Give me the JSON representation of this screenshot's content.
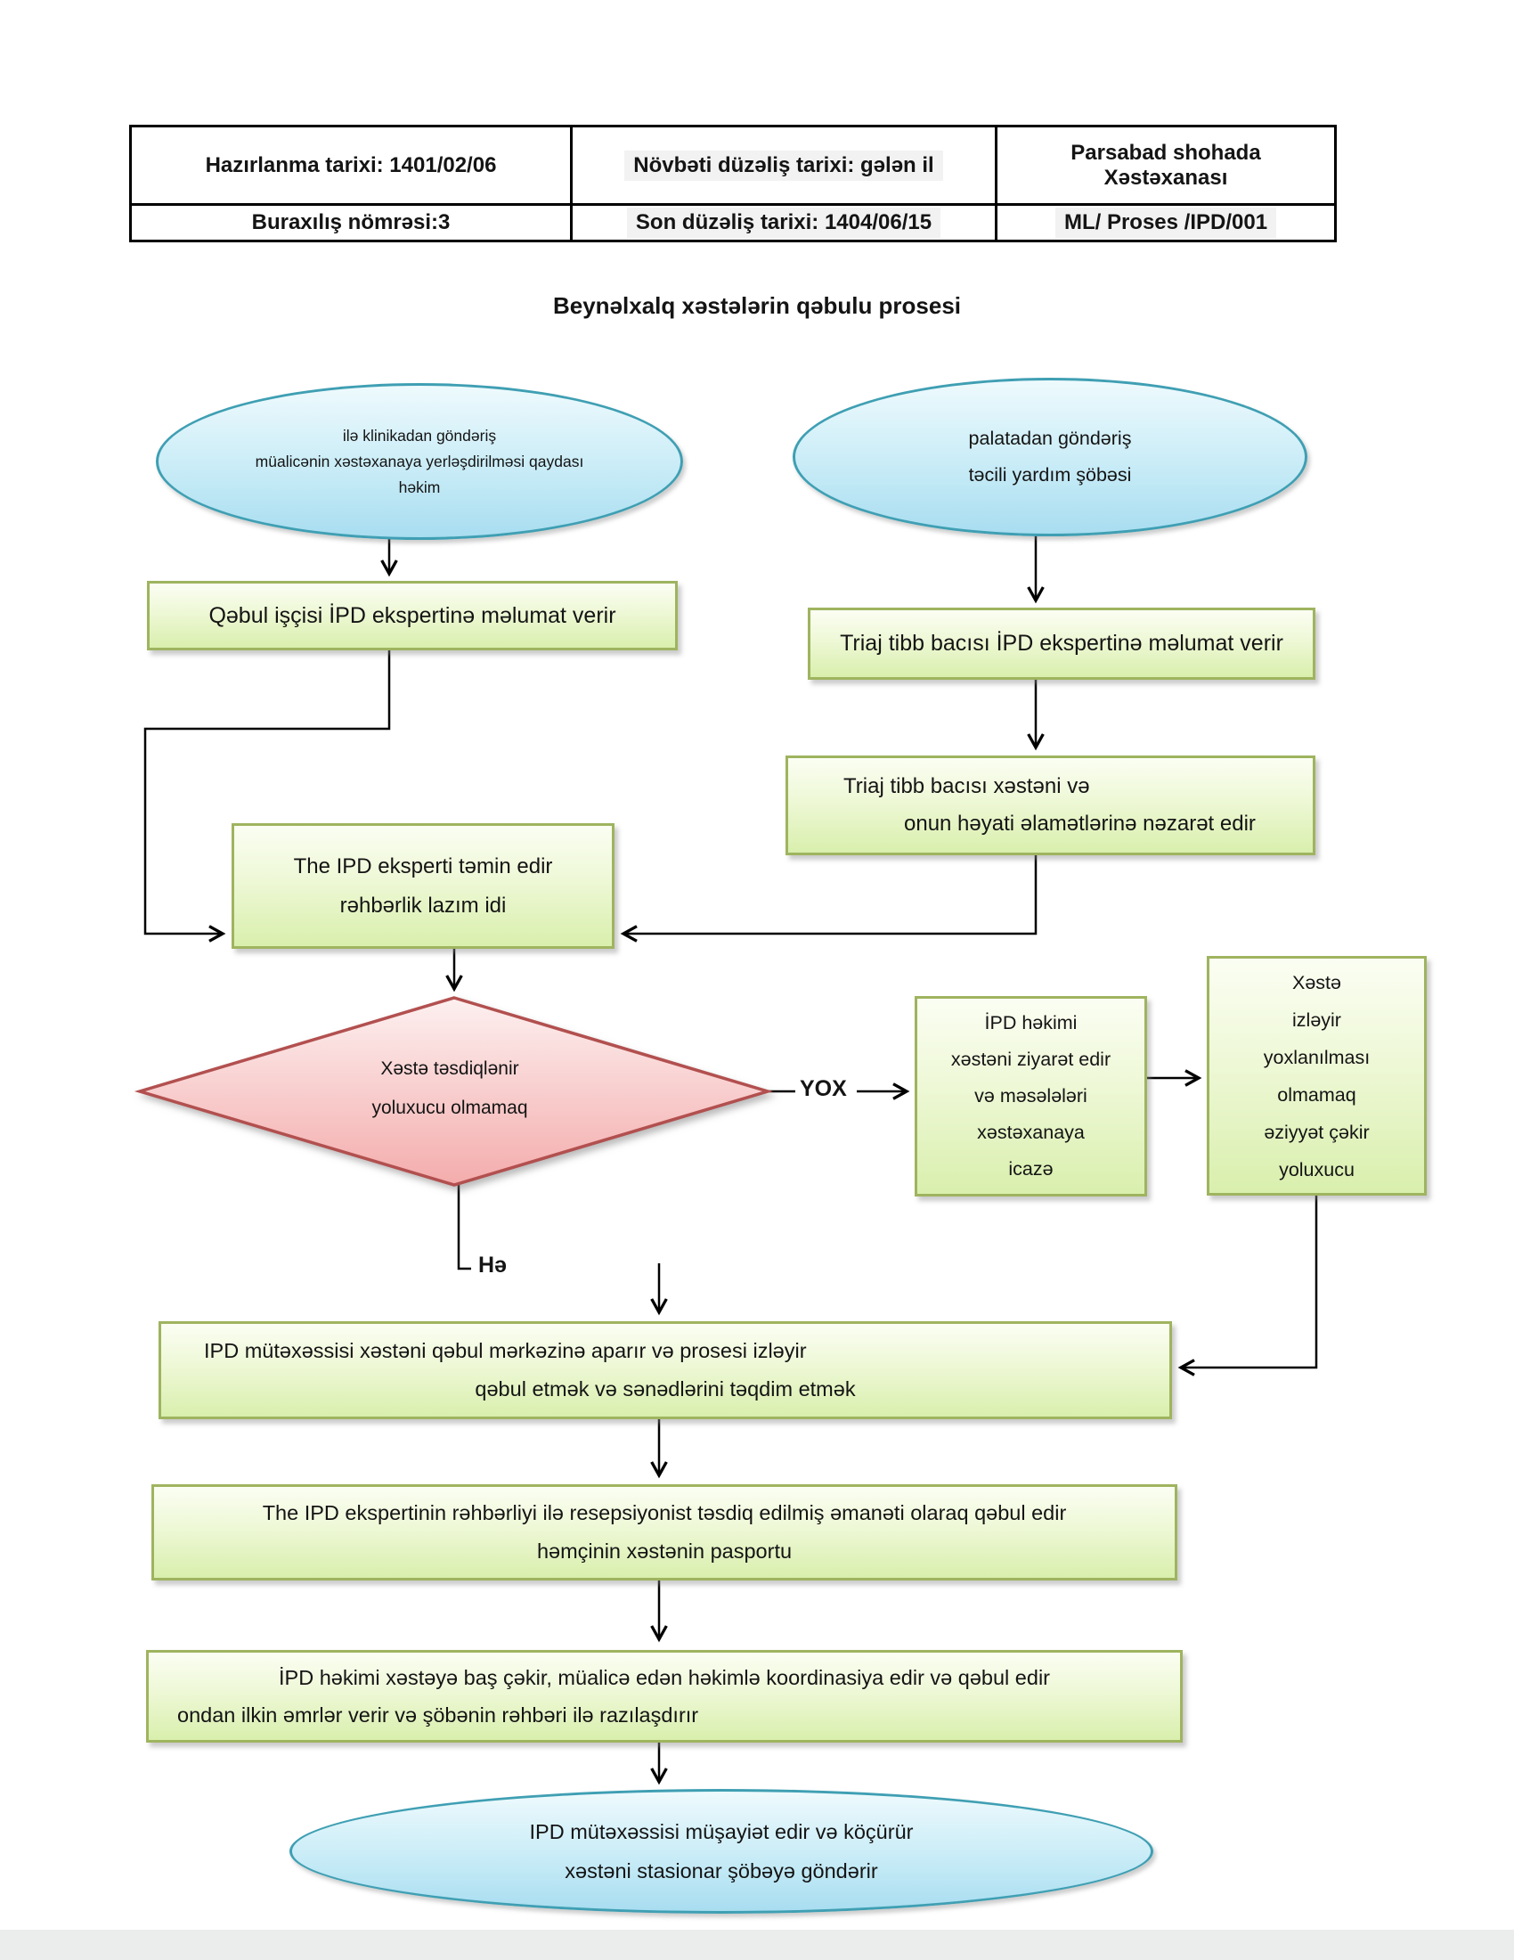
{
  "header_table": {
    "rows": [
      {
        "cells": [
          "Hazırlanma tarixi: 1401/02/06",
          "Növbəti düzəliş tarixi: gələn il",
          "Parsabad shohada\nXəstəxanası"
        ]
      },
      {
        "cells": [
          "Buraxılış nömrəsi:3",
          "Son düzəliş tarixi: 1404/06/15",
          "ML/ Proses /IPD/001"
        ]
      }
    ]
  },
  "title": "Beynəlxalq xəstələrin qəbulu prosesi",
  "flowchart": {
    "start_left": {
      "shape": "ellipse",
      "lines": [
        "ilə klinikadan göndəriş",
        "müalicənin xəstəxanaya yerləşdirilməsi qaydası",
        "həkim"
      ]
    },
    "start_right": {
      "shape": "ellipse",
      "lines": [
        "palatadan göndəriş",
        "təcili yardım şöbəsi"
      ]
    },
    "reception_informs": {
      "shape": "process",
      "lines": [
        "Qəbul işçisi İPD ekspertinə məlumat verir"
      ]
    },
    "triage_informs": {
      "shape": "process",
      "lines": [
        "Triaj tibb bacısı İPD ekspertinə məlumat verir"
      ]
    },
    "triage_monitors": {
      "shape": "process",
      "lines": [
        "Triaj tibb bacısı xəstəni və",
        "onun həyati əlamətlərinə nəzarət edir"
      ]
    },
    "ipd_expert_provides": {
      "shape": "process",
      "lines": [
        "The IPD eksperti təmin edir",
        "rəhbərlik lazım idi"
      ]
    },
    "decision": {
      "shape": "decision",
      "lines": [
        "Xəstə təsdiqlənir",
        "yoluxucu olmamaq"
      ]
    },
    "ipd_doctor_visits": {
      "shape": "process",
      "lines": [
        "İPD həkimi",
        "xəstəni ziyarət edir",
        "və məsələləri",
        "xəstəxanaya",
        "icazə"
      ]
    },
    "patient_followup": {
      "shape": "process",
      "lines": [
        "Xəstə",
        "izləyir",
        "yoxlanılması",
        "olmamaq",
        "əziyyət çəkir",
        "yoluxucu"
      ]
    },
    "ipd_takes_to_admission": {
      "shape": "process",
      "lines": [
        "IPD mütəxəssisi xəstəni qəbul mərkəzinə aparır və prosesi izləyir",
        "qəbul etmək və sənədlərini təqdim etmək"
      ]
    },
    "receptionist_accepts": {
      "shape": "process",
      "lines": [
        "The IPD ekspertinin rəhbərliyi ilə resepsiyonist təsdiq edilmiş əmanəti olaraq qəbul edir",
        "həmçinin xəstənin pasportu"
      ]
    },
    "ipd_doctor_coordinates": {
      "shape": "process",
      "lines": [
        "İPD həkimi xəstəyə baş çəkir, müalicə edən həkimlə koordinasiya edir və qəbul edir",
        "ondan ilkin əmrlər verir və şöbənin rəhbəri ilə razılaşdırır"
      ]
    },
    "end": {
      "shape": "ellipse",
      "lines": [
        "IPD mütəxəssisi müşayiət edir və köçürür",
        "xəstəni stasionar şöbəyə göndərir"
      ]
    }
  },
  "labels": {
    "no": "YOX",
    "yes": "Hə"
  },
  "colors": {
    "ellipse_fill": "#c9ecf7",
    "ellipse_border": "#3f9fb3",
    "process_fill": "#d9efad",
    "process_border": "#9fb45f",
    "decision_fill": "#f6b9b9",
    "decision_border": "#b2504f",
    "arrow": "#000000",
    "highlight": "#f2f2f2"
  }
}
